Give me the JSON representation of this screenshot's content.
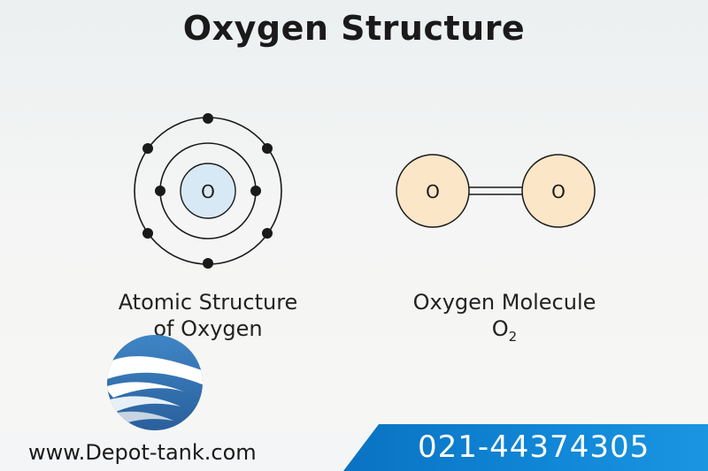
{
  "title": "Oxygen Structure",
  "atom": {
    "nucleus_label": "O",
    "caption_line1": "Atomic Structure",
    "caption_line2": "of Oxygen",
    "inner_shell_electrons": 2,
    "outer_shell_electrons": 6
  },
  "molecule": {
    "atom1_label": "O",
    "atom2_label": "O",
    "caption_line1": "Oxygen Molecule",
    "formula_base": "O",
    "formula_sub": "2",
    "bond": "double"
  },
  "footer": {
    "website": "www.Depot-tank.com",
    "phone": "021-44374305"
  },
  "colors": {
    "nucleus_fill": "#d7e9f5",
    "molecule_atom_fill": "#fbe6c8",
    "electron": "#1a1a1a",
    "footer_blue": "#1188d8",
    "logo_blue": "#2e6fb0"
  }
}
